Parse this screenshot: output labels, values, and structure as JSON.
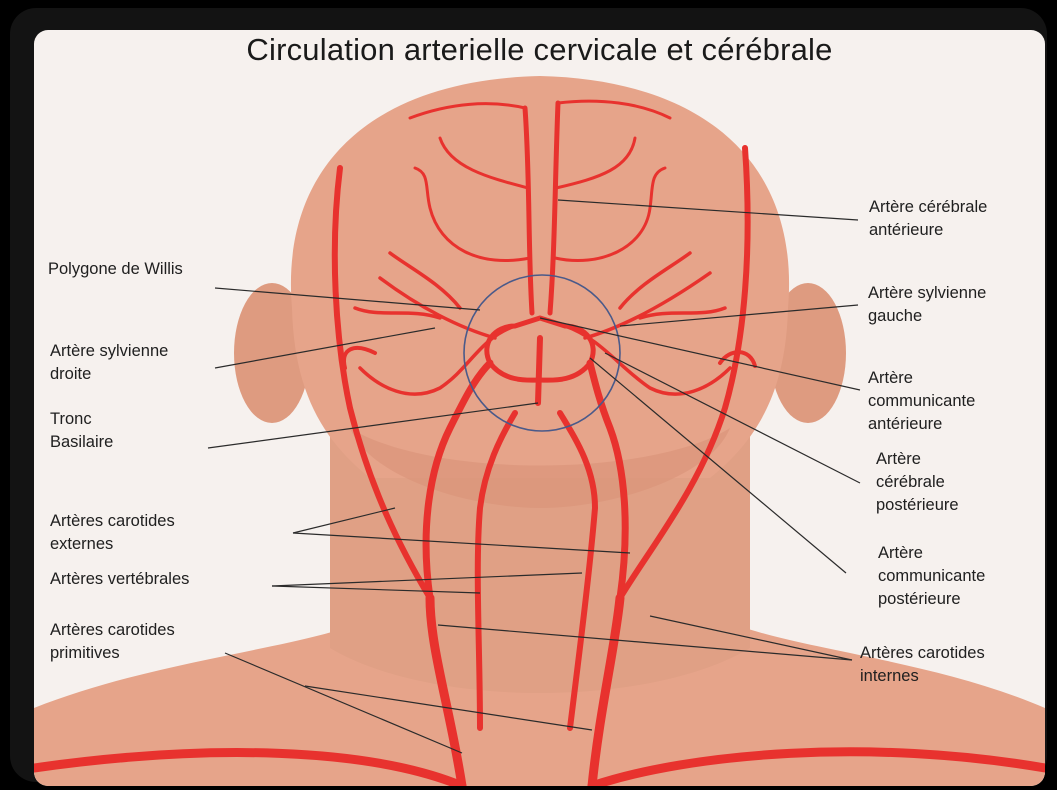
{
  "title": "Circulation arterielle cervicale et cérébrale",
  "labels_left": [
    {
      "key": "polygone",
      "lines": [
        "Polygone de Willis"
      ]
    },
    {
      "key": "sylvienne_droite",
      "lines": [
        "Artère sylvienne",
        "droite"
      ]
    },
    {
      "key": "tronc",
      "lines": [
        "Tronc",
        "Basilaire"
      ]
    },
    {
      "key": "carotides_externes",
      "lines": [
        "Artères carotides",
        "externes"
      ]
    },
    {
      "key": "vertebrales",
      "lines": [
        "Artères vertébrales"
      ]
    },
    {
      "key": "carotides_primitives",
      "lines": [
        "Artères carotides",
        "primitives"
      ]
    }
  ],
  "labels_right": [
    {
      "key": "cerebrale_anterieure",
      "lines": [
        "Artère cérébrale",
        "antérieure"
      ]
    },
    {
      "key": "sylvienne_gauche",
      "lines": [
        "Artère sylvienne",
        "gauche"
      ]
    },
    {
      "key": "communicante_anterieure",
      "lines": [
        "Artère",
        "communicante",
        "antérieure"
      ]
    },
    {
      "key": "cerebrale_posterieure",
      "lines": [
        "Artère",
        "cérébrale",
        "postérieure"
      ]
    },
    {
      "key": "communicante_posterieure",
      "lines": [
        "Artère",
        "communicante",
        "postérieure"
      ]
    },
    {
      "key": "carotides_internes",
      "lines": [
        "Artères carotides",
        "internes"
      ]
    }
  ],
  "colors": {
    "frame": "#131313",
    "background": "#f6f1ee",
    "skin": "#e6a48a",
    "skin_shadow": "#d89378",
    "artery": "#e8322e",
    "artery_dark": "#c41f1c",
    "leader": "#2b2b2b",
    "willis_circle": "#4a5a8a"
  }
}
